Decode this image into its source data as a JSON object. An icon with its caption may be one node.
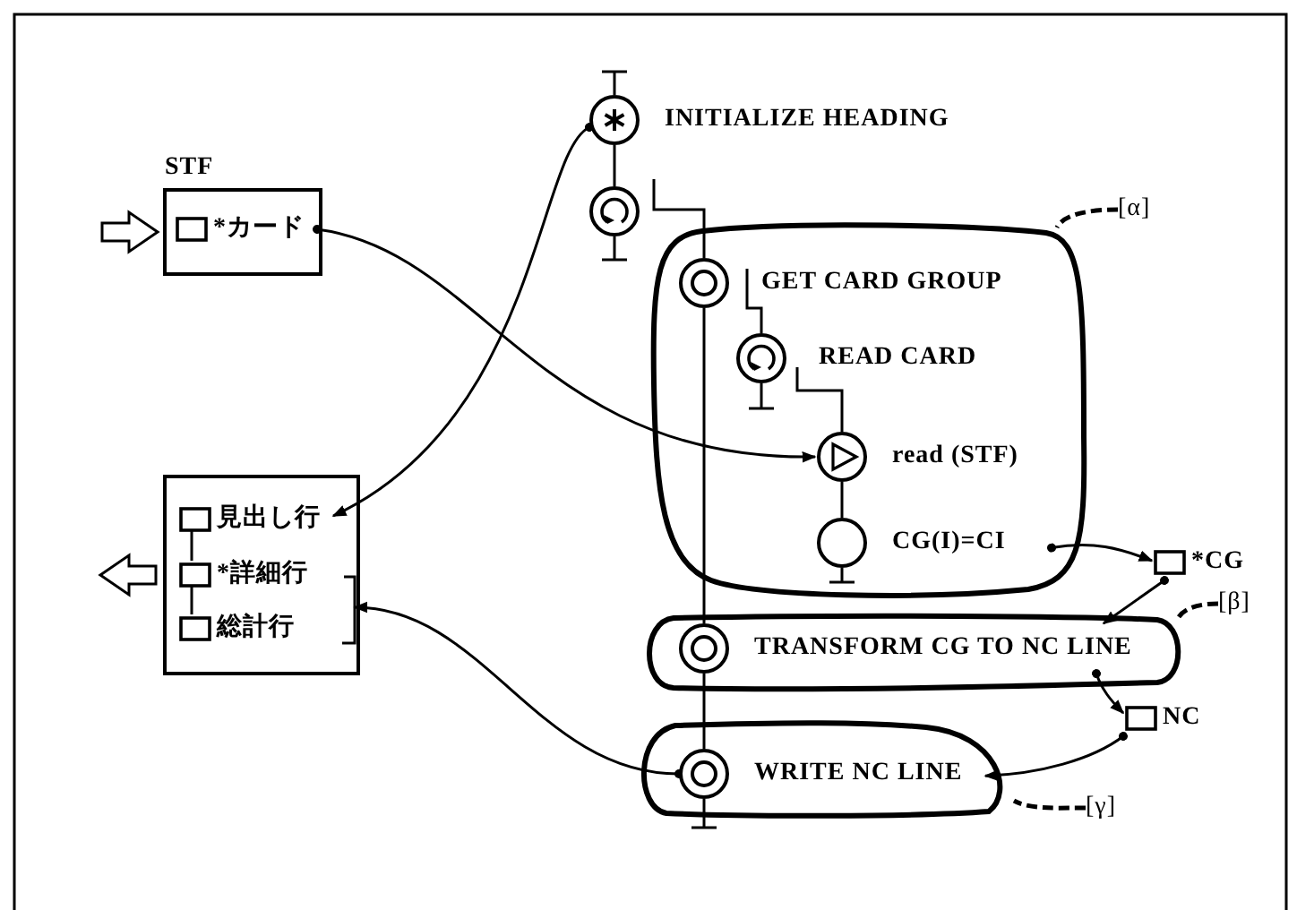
{
  "diagram": {
    "nodes": [
      {
        "text": [
          "STF"
        ]
      },
      {
        "text": [
          "*カード"
        ],
        "in": 0
      },
      {
        "text": [
          "INITIALIZE HEADING"
        ]
      },
      {
        "text": [],
        "shape": "circle"
      },
      {
        "text": [
          "[α]"
        ]
      },
      {
        "text": [],
        "shape": "box"
      },
      {
        "text": [
          "GET CARD GROUP"
        ],
        "in": 5
      },
      {
        "text": [
          "READ CARD"
        ],
        "in": 5
      },
      {
        "text": [
          "read (STF)"
        ],
        "in": 5
      },
      {
        "text": [
          "CG(I)=CI"
        ],
        "in": 5
      },
      {
        "text": [],
        "shape": "box"
      },
      {
        "text": [
          "見出し行"
        ],
        "in": 10
      },
      {
        "text": [
          "*詳細行"
        ],
        "in": 10
      },
      {
        "text": [
          "総計行"
        ],
        "in": 10
      },
      {
        "text": [],
        "shape": "bracket",
        "in": 10
      },
      {
        "text": [
          "*CG"
        ]
      },
      {
        "text": [
          "[β]"
        ]
      },
      {
        "text": [],
        "shape": "box"
      },
      {
        "text": [
          "TRANSFORM CG TO NC LINE"
        ],
        "in": 17
      },
      {
        "text": [
          "NC"
        ]
      },
      {
        "text": [],
        "shape": "box"
      },
      {
        "text": [
          "WRITE NC LINE"
        ],
        "in": 20
      },
      {
        "text": [
          "[γ]"
        ]
      }
    ],
    "edges": [
      {
        "from": null,
        "to": 0,
        "arrow": "to"
      },
      {
        "from": 10,
        "to": null,
        "arrow": "to"
      },
      {
        "from": 2,
        "to": 11,
        "arrow": "to"
      },
      {
        "from": 1,
        "to": 8,
        "arrow": "to"
      },
      {
        "from": 2,
        "to": 3,
        "arrow": "none"
      },
      {
        "from": 3,
        "to": 6,
        "arrow": "none"
      },
      {
        "from": 6,
        "to": 7,
        "arrow": "none"
      },
      {
        "from": 7,
        "to": 8,
        "arrow": "none"
      },
      {
        "from": 8,
        "to": 9,
        "arrow": "none"
      },
      {
        "from": 6,
        "to": 18,
        "arrow": "none"
      },
      {
        "from": 18,
        "to": 21,
        "arrow": "none"
      },
      {
        "from": 9,
        "to": 15,
        "arrow": "to"
      },
      {
        "from": 15,
        "to": 18,
        "arrow": "to"
      },
      {
        "from": 18,
        "to": 19,
        "arrow": "to"
      },
      {
        "from": 19,
        "to": 21,
        "arrow": "to"
      },
      {
        "from": 21,
        "to": 14,
        "arrow": "to"
      },
      {
        "from": 4,
        "to": 5,
        "arrow": "none",
        "style": "dashed"
      },
      {
        "from": 16,
        "to": 17,
        "arrow": "none",
        "style": "dashed"
      },
      {
        "from": 22,
        "to": 20,
        "arrow": "none",
        "style": "dashed"
      },
      {
        "from": 11,
        "to": 12,
        "arrow": "none"
      },
      {
        "from": 12,
        "to": 13,
        "arrow": "none"
      }
    ]
  }
}
